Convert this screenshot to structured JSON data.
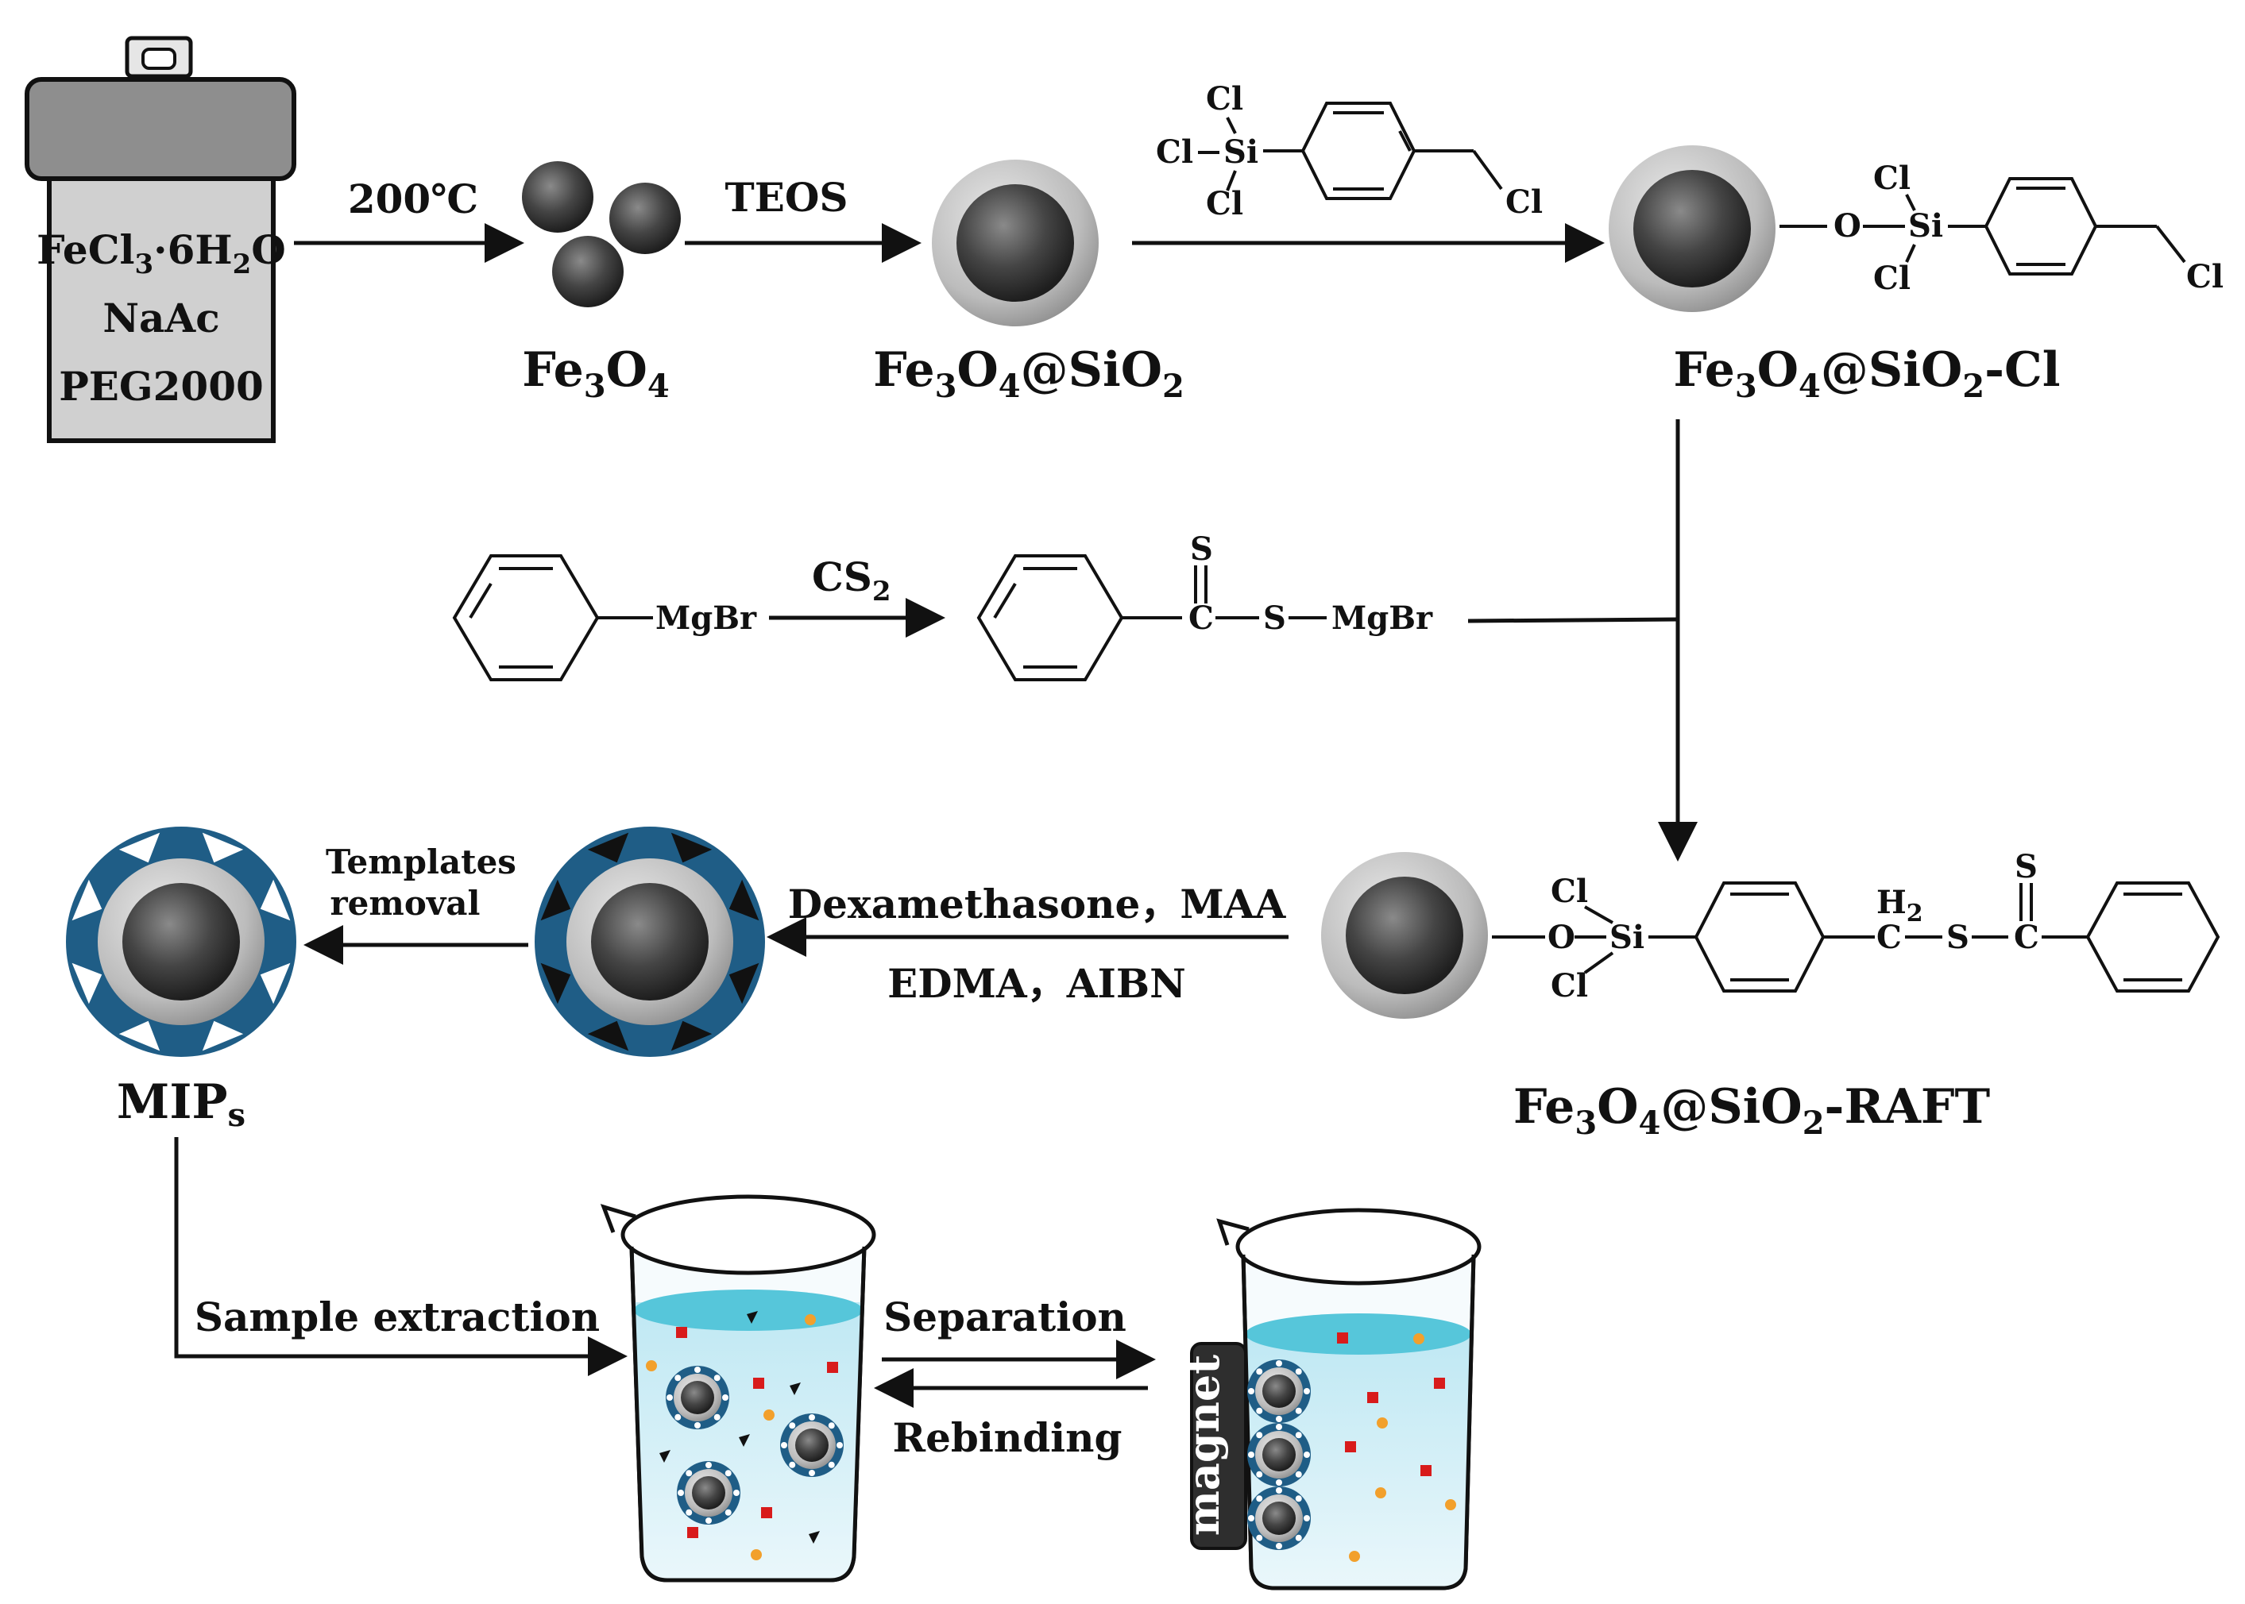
{
  "colors": {
    "core_dark": "#3a3a3a",
    "silica_shell": "#c8c8c8",
    "polymer_blue": "#1f5d86",
    "liquid_cyan": "#a9dfee",
    "liquid_top": "#56c6da",
    "impurity_red": "#d81b1b",
    "impurity_orange": "#f2a02c",
    "magnet_dark": "#2e2e2e"
  },
  "reactor": {
    "line1": "FeCl",
    "line1_sub": "3",
    "line1_mid": "·6H",
    "line1_sub2": "2",
    "line1_end": "O",
    "line2": "NaAc",
    "line3": "PEG2000"
  },
  "steps": {
    "temp": "200℃",
    "teos": "TEOS",
    "cs2": "CS",
    "cs2_sub": "2",
    "reagents_line1": "Dexamethasone，MAA",
    "reagents_line2": "EDMA，AIBN",
    "templates_removal_line1": "Templates",
    "templates_removal_line2": "removal",
    "sample_extraction": "Sample extraction",
    "separation": "Separation",
    "rebinding": "Rebinding",
    "magnet": "magnet"
  },
  "products": {
    "fe3o4": [
      "Fe",
      "3",
      "O",
      "4"
    ],
    "fe3o4_sio2": [
      "Fe",
      "3",
      "O",
      "4",
      "@SiO",
      "2"
    ],
    "fe3o4_sio2_cl": [
      "Fe",
      "3",
      "O",
      "4",
      "@SiO",
      "2",
      "-Cl"
    ],
    "fe3o4_sio2_raft": [
      "Fe",
      "3",
      "O",
      "4",
      "@SiO",
      "2",
      "-RAFT"
    ],
    "mips": "MIP",
    "mips_sub": "s"
  },
  "atoms": {
    "cl": "Cl",
    "si": "Si",
    "o": "O",
    "s": "S",
    "c": "C",
    "mgbr": "MgBr",
    "h2": "H",
    "h2_sub": "2"
  }
}
